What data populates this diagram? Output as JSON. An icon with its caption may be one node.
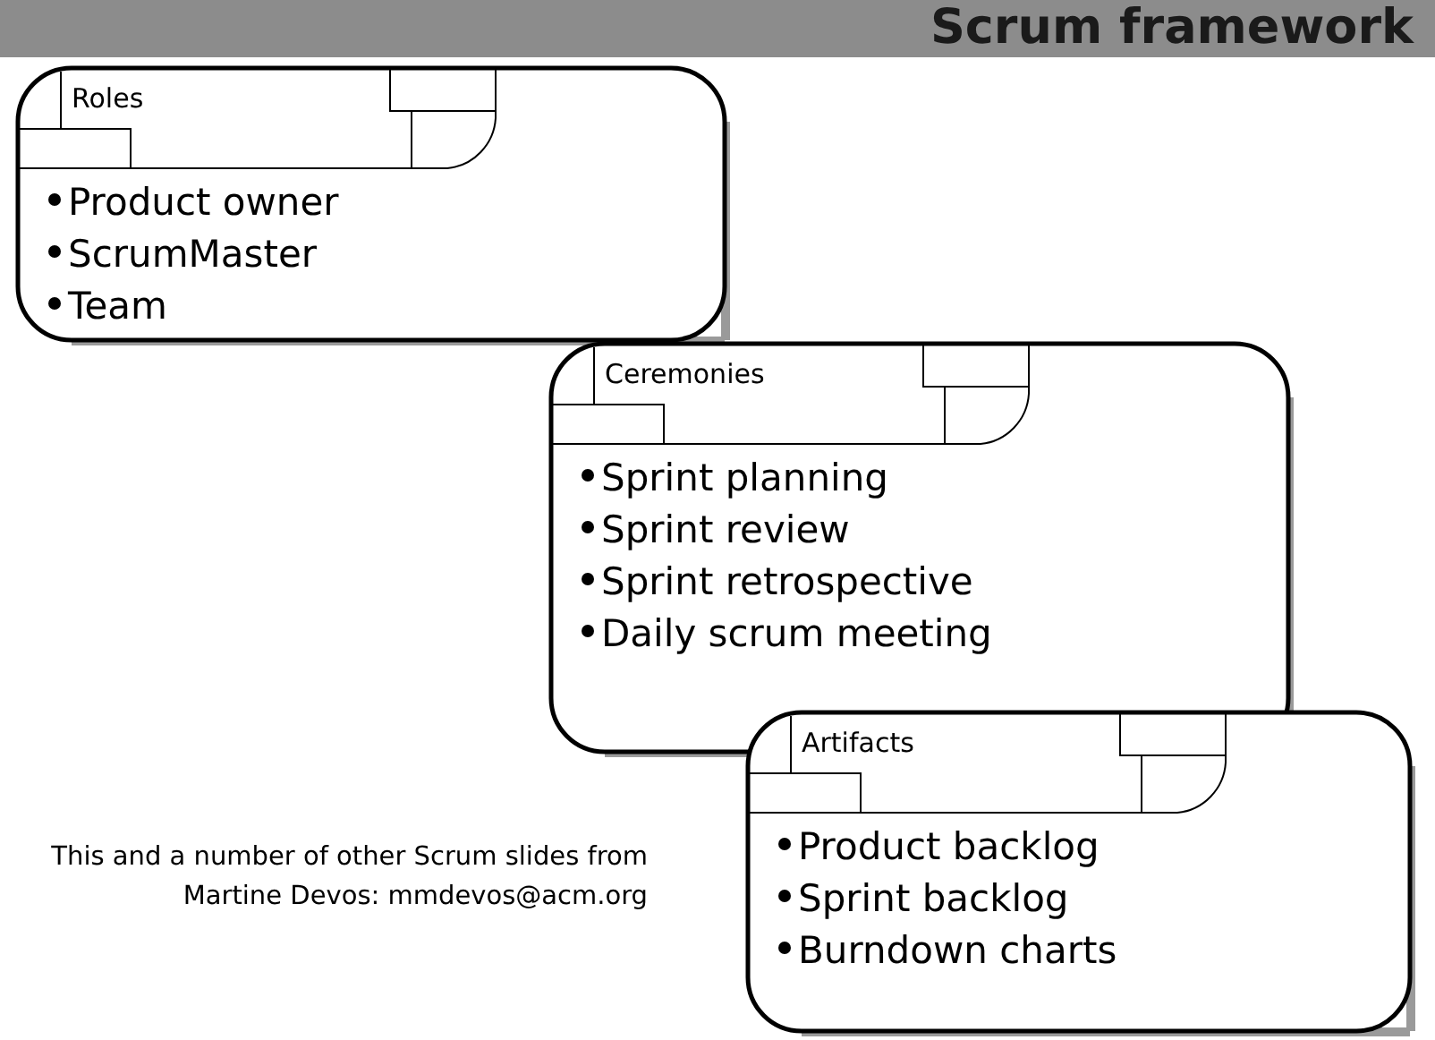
{
  "diagram": {
    "title": "Scrum framework",
    "nodes": [
      {
        "text": [
          "Roles",
          "Product owner",
          "ScrumMaster",
          "Team"
        ]
      },
      {
        "text": [
          "Ceremonies",
          "Sprint planning",
          "Sprint review",
          "Sprint retrospective",
          "Daily scrum meeting"
        ]
      },
      {
        "text": [
          "Artifacts",
          "Product backlog",
          "Sprint backlog",
          "Burndown charts"
        ]
      }
    ],
    "labels": [
      "This and a number of other Scrum slides from Martine Devos: mmdevos@acm.org"
    ]
  }
}
